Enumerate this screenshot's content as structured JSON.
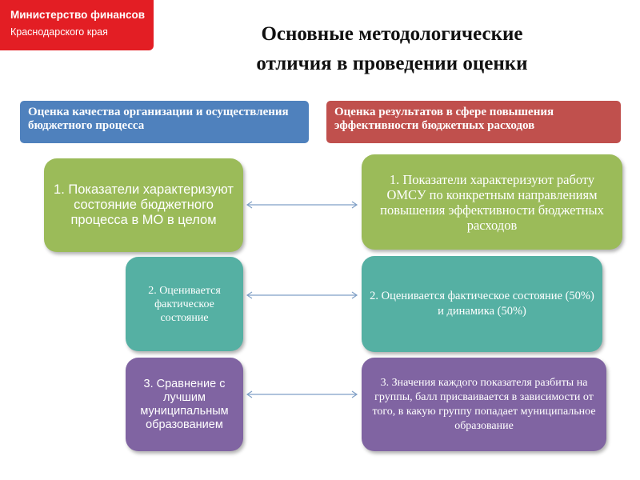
{
  "logo": {
    "line1": "Министерство финансов",
    "line2": "Краснодарского края"
  },
  "title": {
    "line1": "Основные методологические",
    "line2": "отличия в проведении оценки"
  },
  "columns": {
    "left_header": "Оценка качества организации и осуществления бюджетного процесса",
    "right_header": "Оценка результатов в сфере повышения эффективности бюджетных расходов"
  },
  "rows": [
    {
      "left": "1. Показатели характеризуют состояние бюджетного процесса в МО в целом",
      "right": "1. Показатели характеризуют работу ОМСУ по конкретным направлениям повышения эффективности бюджетных расходов"
    },
    {
      "left": "2. Оценивается фактическое состояние",
      "right": "2. Оценивается фактическое состояние (50%) и динамика (50%)"
    },
    {
      "left": "3. Сравнение с лучшим муниципальным образованием",
      "right": "3. Значения каждого показателя разбиты на группы, балл присваивается в зависимости от того, в какую группу попадает муниципальное образование"
    }
  ],
  "colors": {
    "brand_red": "#e31e24",
    "header_left": "#4f81bd",
    "header_right": "#c0504d",
    "row1": "#9bbb59",
    "row2": "#55b0a3",
    "row3": "#8064a2",
    "arrow": "#7f9fc6"
  }
}
